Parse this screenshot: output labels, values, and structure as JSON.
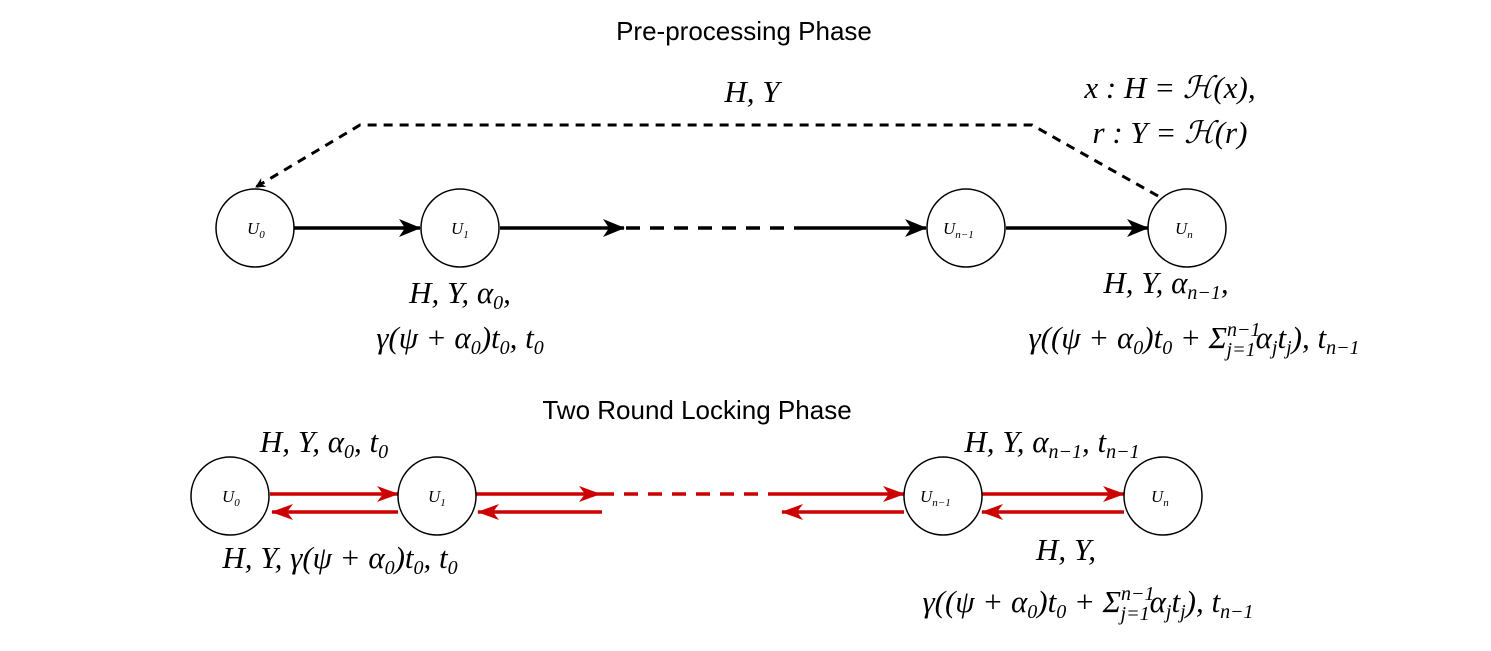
{
  "colors": {
    "locking_arrow": "#cc0000",
    "preproc_arrow": "#000000"
  },
  "preprocessing": {
    "title": "Pre-processing Phase",
    "feedback_label": "H, Y",
    "hash_line1": "x : H = ℋ(x),",
    "hash_line2": "r : Y = ℋ(r)",
    "nodes": [
      {
        "base": "U",
        "sub": "0"
      },
      {
        "base": "U",
        "sub": "1"
      },
      {
        "base": "U",
        "sub": "n−1"
      },
      {
        "base": "U",
        "sub": "n"
      }
    ],
    "label_u1_line1": {
      "a": "H, Y, α",
      "a_sub": "0",
      "b": ","
    },
    "label_u1_line2": {
      "a": "γ(ψ + α",
      "a_sub": "0",
      "b": ")t",
      "b_sub": "0",
      "c": ", t",
      "c_sub": "0"
    },
    "label_un_line1": {
      "a": "H, Y, α",
      "a_sub": "n−1",
      "b": ","
    },
    "label_un_line2": {
      "a": "γ((ψ + α",
      "a_sub": "0",
      "b": ")t",
      "b_sub": "0",
      "c": " + Σ",
      "sigma_sup": "n−1",
      "sigma_sub": "j=1",
      "d": "α",
      "d_sub": "j",
      "e": "t",
      "e_sub": "j",
      "f": "), t",
      "f_sub": "n−1"
    }
  },
  "locking": {
    "title": "Two Round Locking Phase",
    "nodes": [
      {
        "base": "U",
        "sub": "0"
      },
      {
        "base": "U",
        "sub": "1"
      },
      {
        "base": "U",
        "sub": "n−1"
      },
      {
        "base": "U",
        "sub": "n"
      }
    ],
    "top_left": {
      "a": "H, Y, α",
      "a_sub": "0",
      "b": ", t",
      "b_sub": "0"
    },
    "top_right": {
      "a": "H, Y, α",
      "a_sub": "n−1",
      "b": ", t",
      "b_sub": "n−1"
    },
    "bottom_left": {
      "a": "H, Y, γ(ψ + α",
      "a_sub": "0",
      "b": ")t",
      "b_sub": "0",
      "c": ", t",
      "c_sub": "0"
    },
    "bottom_right_line1": "H, Y,",
    "bottom_right_line2": {
      "a": "γ((ψ + α",
      "a_sub": "0",
      "b": ")t",
      "b_sub": "0",
      "c": " + Σ",
      "sigma_sup": "n−1",
      "sigma_sub": "j=1",
      "d": "α",
      "d_sub": "j",
      "e": "t",
      "e_sub": "j",
      "f": "), t",
      "f_sub": "n−1"
    }
  }
}
